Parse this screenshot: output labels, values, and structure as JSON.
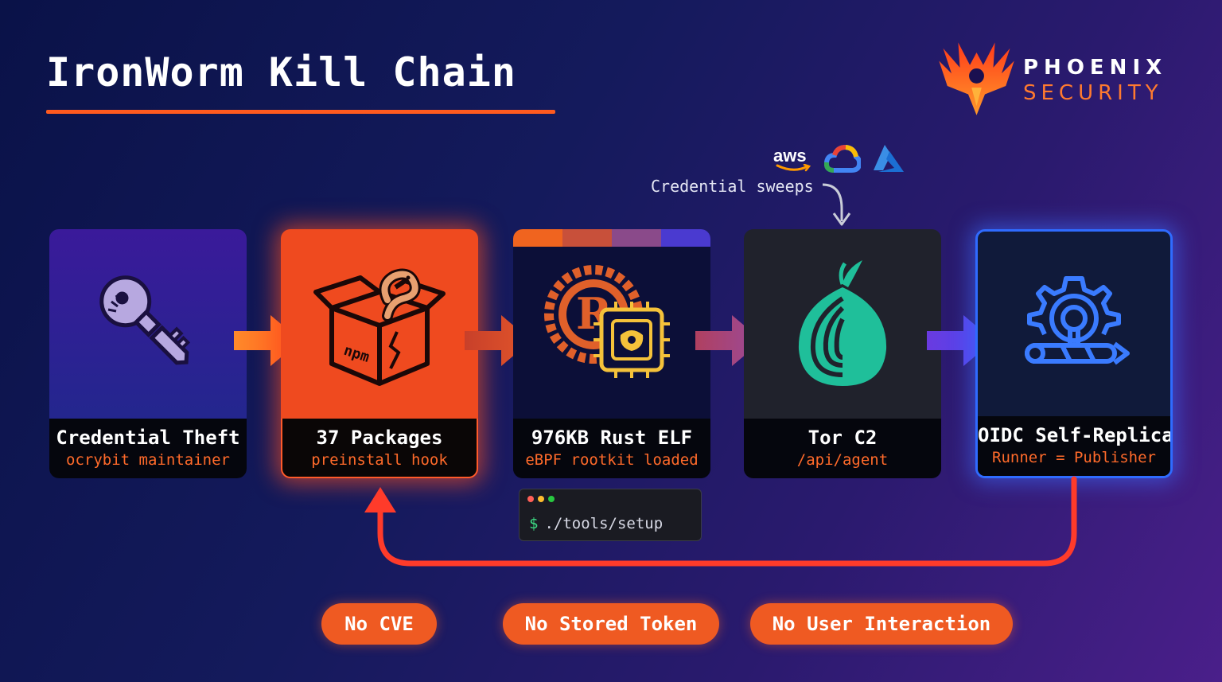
{
  "title": "IronWorm Kill Chain",
  "brand": {
    "line1": "PHOENIX",
    "line2": "SECURITY",
    "accent_color": "#ff5a1f"
  },
  "credential_sweeps": {
    "label": "Credential sweeps",
    "clouds": [
      {
        "name": "aws",
        "text": "aws",
        "icon": "aws-icon"
      },
      {
        "name": "google-cloud",
        "icon": "google-cloud-icon"
      },
      {
        "name": "azure",
        "icon": "azure-icon"
      }
    ]
  },
  "stages": [
    {
      "label": "Credential Theft",
      "sub": "ocrybit maintainer",
      "icon": "broken-key-icon"
    },
    {
      "label": "37 Packages",
      "sub": "preinstall hook",
      "icon": "npm-box-worm-icon",
      "box_text": "npm"
    },
    {
      "label": "976KB Rust ELF",
      "sub": "eBPF rootkit loaded",
      "icon": "rust-chip-icon"
    },
    {
      "label": "Tor C2",
      "sub": "/api/agent",
      "icon": "tor-onion-icon"
    },
    {
      "label": "OIDC Self-Replication",
      "sub": "Runner = Publisher",
      "icon": "gear-pipeline-icon"
    }
  ],
  "terminal": {
    "prompt": "$",
    "command": "./tools/setup"
  },
  "badges": [
    {
      "label": "No CVE"
    },
    {
      "label": "No Stored Token"
    },
    {
      "label": "No User Interaction"
    }
  ],
  "colors": {
    "orange": "#ef4a1f",
    "blue_glow": "#2f6bff",
    "tor_green": "#1fbf9a",
    "loop_red": "#ff3b2a"
  }
}
